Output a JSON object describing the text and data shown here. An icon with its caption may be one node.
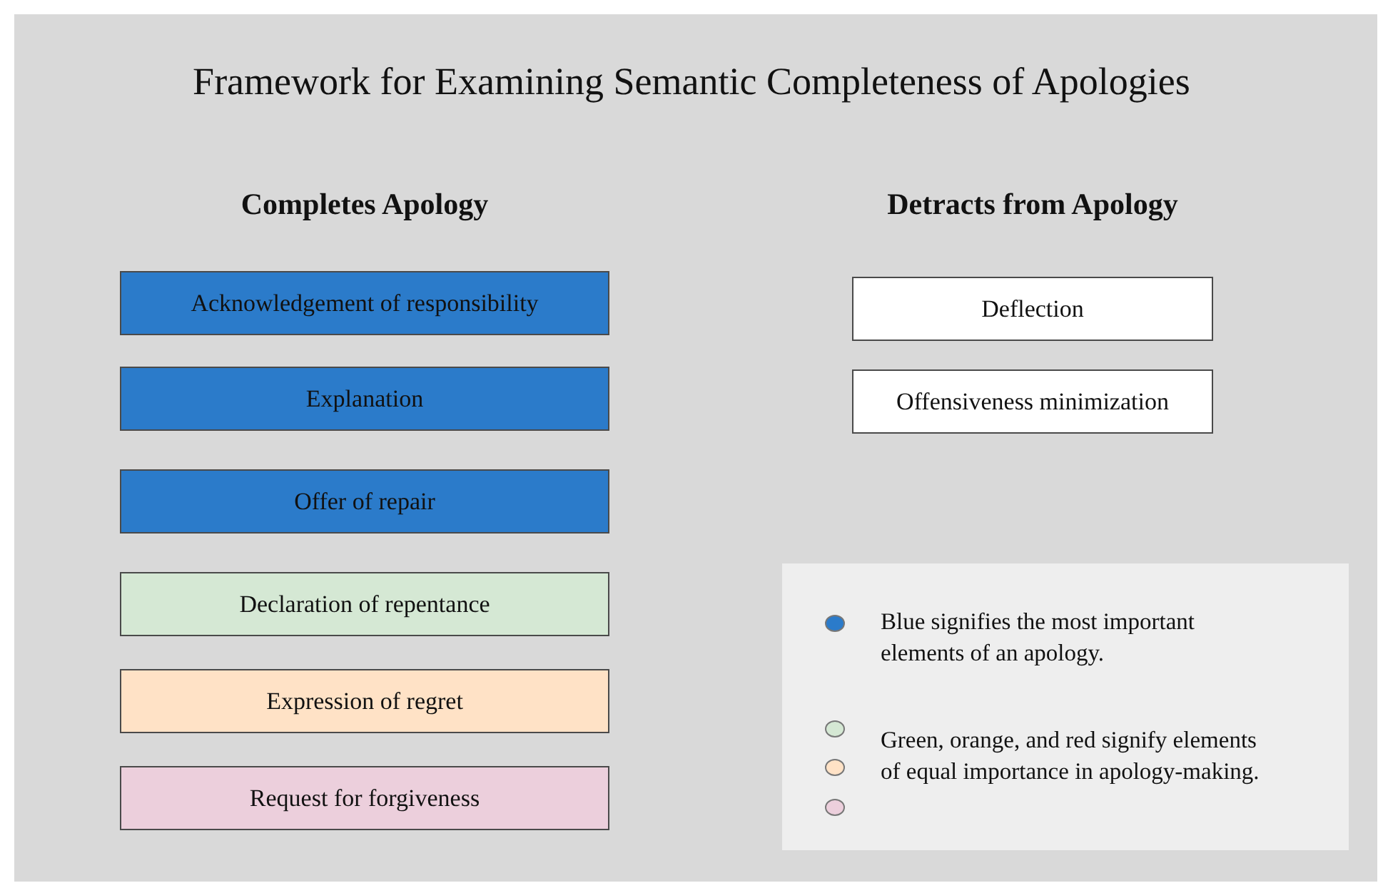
{
  "diagram": {
    "title": "Framework for Examining Semantic Completeness of Apologies",
    "nodes": [
      {
        "text": [
          "Acknowledgement of responsibility"
        ]
      },
      {
        "text": [
          "Explanation"
        ]
      },
      {
        "text": [
          "Offer of repair"
        ]
      },
      {
        "text": [
          "Declaration of repentance"
        ]
      },
      {
        "text": [
          "Expression of regret"
        ]
      },
      {
        "text": [
          "Request for forgiveness"
        ]
      },
      {
        "text": [
          "Deflection"
        ]
      },
      {
        "text": [
          "Offensiveness minimization"
        ]
      }
    ],
    "labels": [
      "Completes Apology",
      "Detracts from Apology"
    ],
    "legend": [
      {
        "text": "Blue signifies the most important elements of an apology.",
        "color": "#2b7bca"
      },
      {
        "text": "Green, orange, and red signify elements of equal importance in apology-making.",
        "color": "#d5e8d4"
      }
    ]
  }
}
